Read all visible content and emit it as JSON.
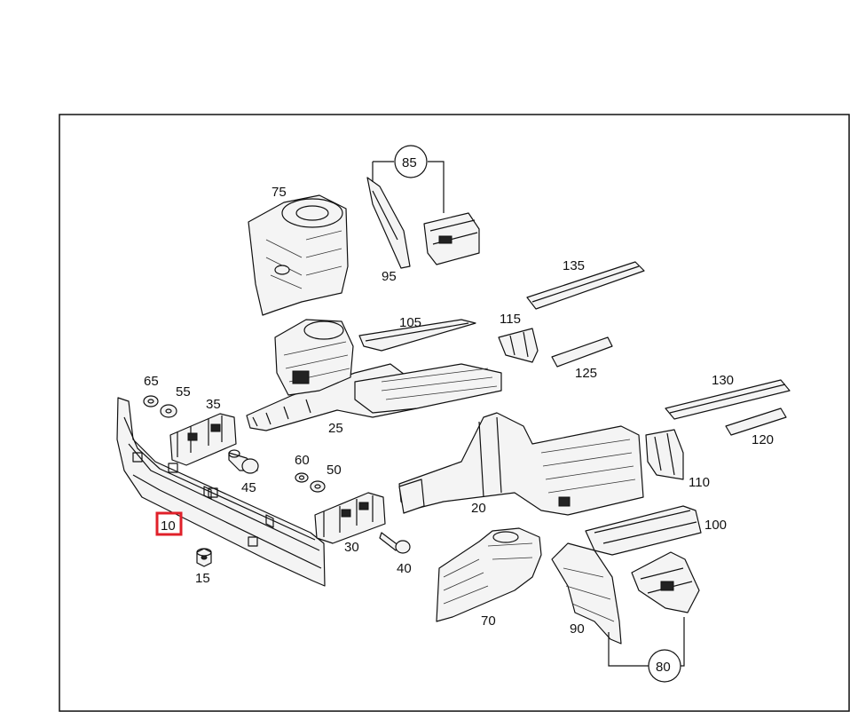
{
  "callouts": {
    "p10": "10",
    "p15": "15",
    "p20": "20",
    "p25": "25",
    "p30": "30",
    "p35": "35",
    "p40": "40",
    "p45": "45",
    "p50": "50",
    "p55": "55",
    "p60": "60",
    "p65": "65",
    "p70": "70",
    "p75": "75",
    "p80": "80",
    "p85": "85",
    "p90": "90",
    "p95": "95",
    "p100": "100",
    "p105": "105",
    "p110": "110",
    "p115": "115",
    "p120": "120",
    "p125": "125",
    "p130": "130",
    "p135": "135"
  },
  "highlight": {
    "part": "10",
    "color": "#e0202a"
  }
}
